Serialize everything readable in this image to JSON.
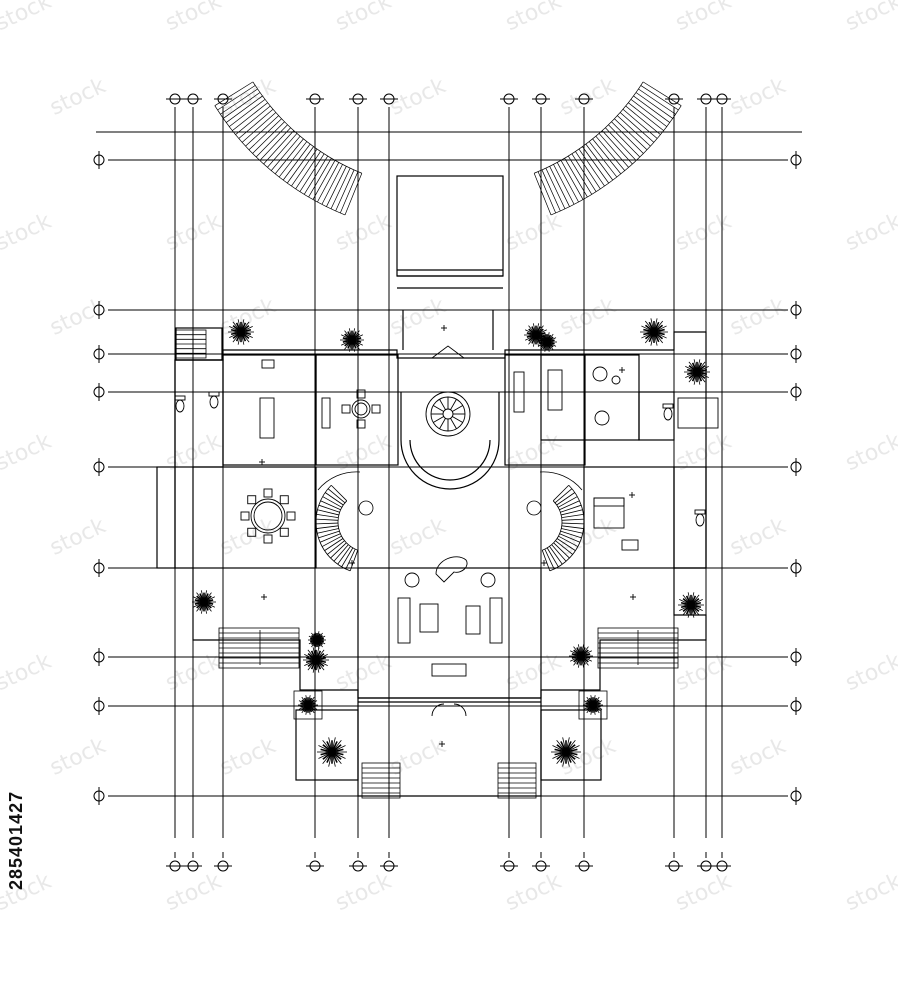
{
  "image_id_text": "285401427",
  "watermark_text": "stock",
  "colors": {
    "line": "#000000",
    "background": "#ffffff",
    "watermark": "#e8e8e8"
  },
  "drawing": {
    "type": "architectural floor plan",
    "symbols": [
      "grid-bubble",
      "tree",
      "stair",
      "spiral-stair",
      "round-table",
      "sofa",
      "bed",
      "toilet",
      "piano",
      "fountain-rosette"
    ]
  }
}
